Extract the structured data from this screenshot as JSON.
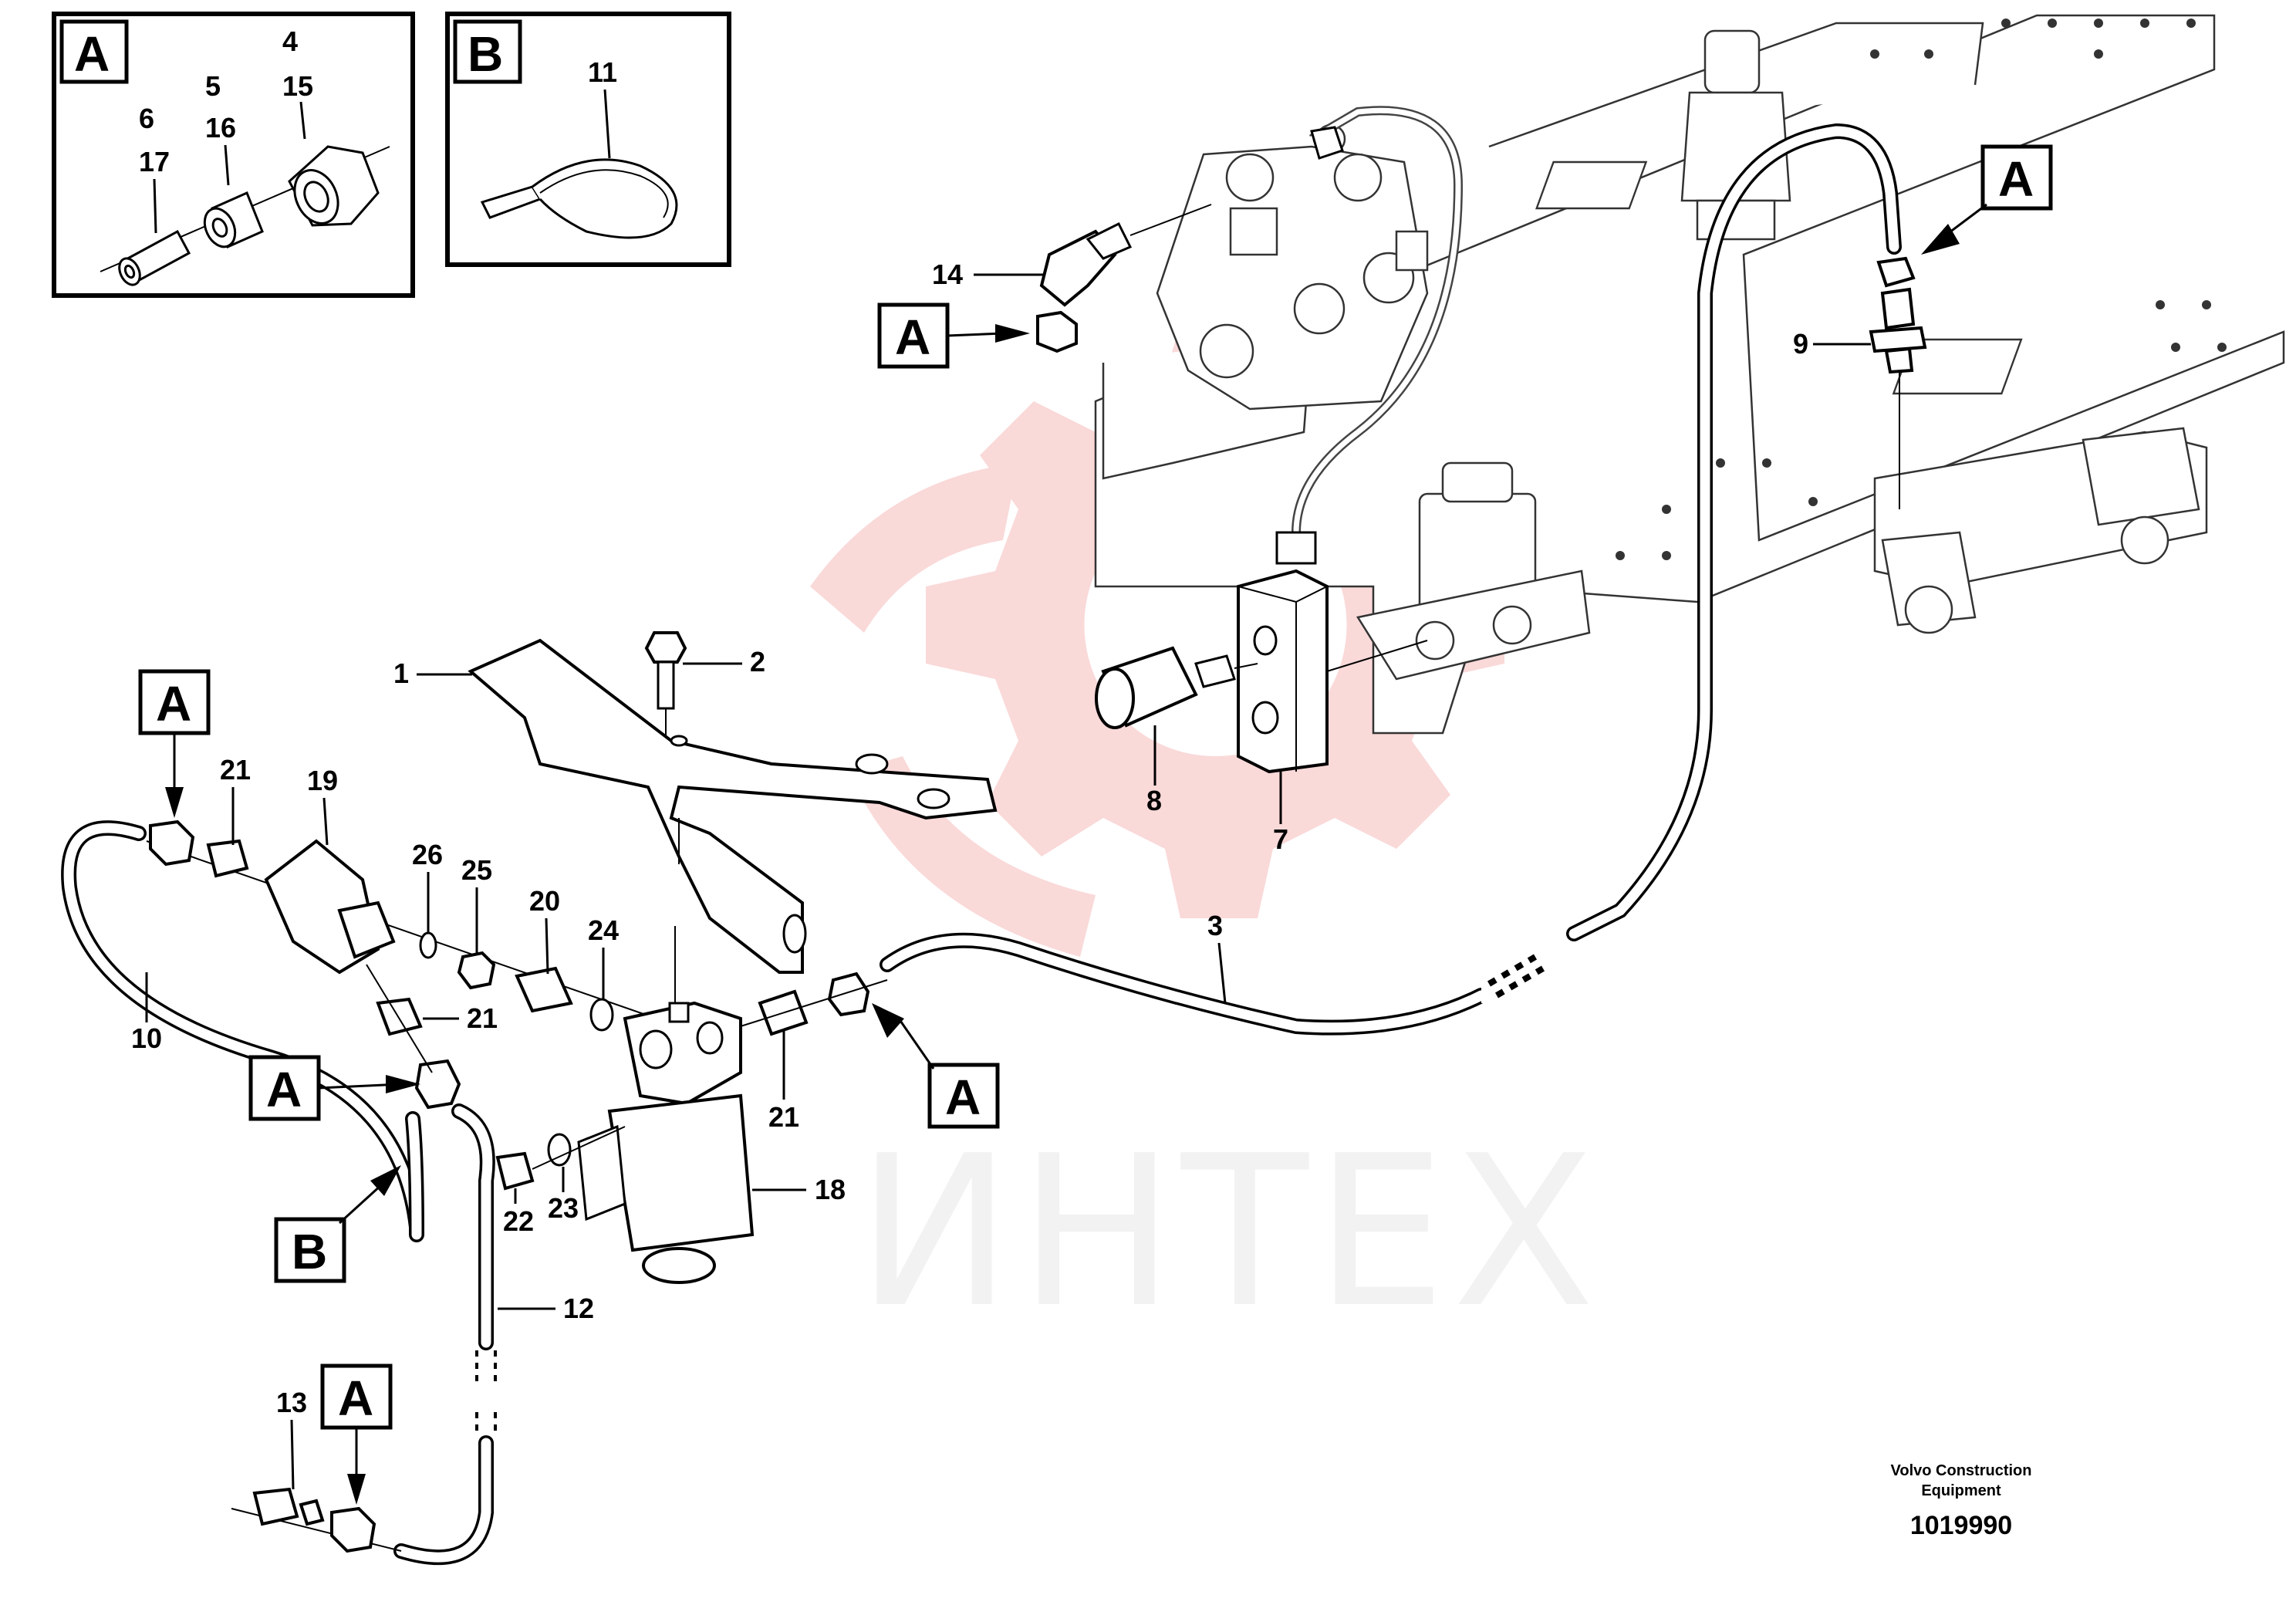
{
  "watermark": {
    "text": "ИНТЕХ",
    "color": "#f08a8a"
  },
  "inset_a": {
    "badge": "A",
    "labels": {
      "p4": "4",
      "p15": "15",
      "p5": "5",
      "p16": "16",
      "p6": "6",
      "p17": "17"
    }
  },
  "inset_b": {
    "badge": "B",
    "labels": {
      "p11": "11"
    }
  },
  "callouts": {
    "c1": "1",
    "c2": "2",
    "c3": "3",
    "c7": "7",
    "c8": "8",
    "c9": "9",
    "c10": "10",
    "c12": "12",
    "c13": "13",
    "c14": "14",
    "c18": "18",
    "c19": "19",
    "c20": "20",
    "c21a": "21",
    "c21b": "21",
    "c21c": "21",
    "c22": "22",
    "c23": "23",
    "c24": "24",
    "c25": "25",
    "c26": "26"
  },
  "ref_boxes": {
    "a_left": "A",
    "a_mid": "A",
    "a_right": "A",
    "a_top": "A",
    "a_valve": "A",
    "a_bottom": "A",
    "b_lower": "B"
  },
  "footer": {
    "credit_line1": "Volvo Construction",
    "credit_line2": "Equipment",
    "doc_number": "1019990"
  }
}
